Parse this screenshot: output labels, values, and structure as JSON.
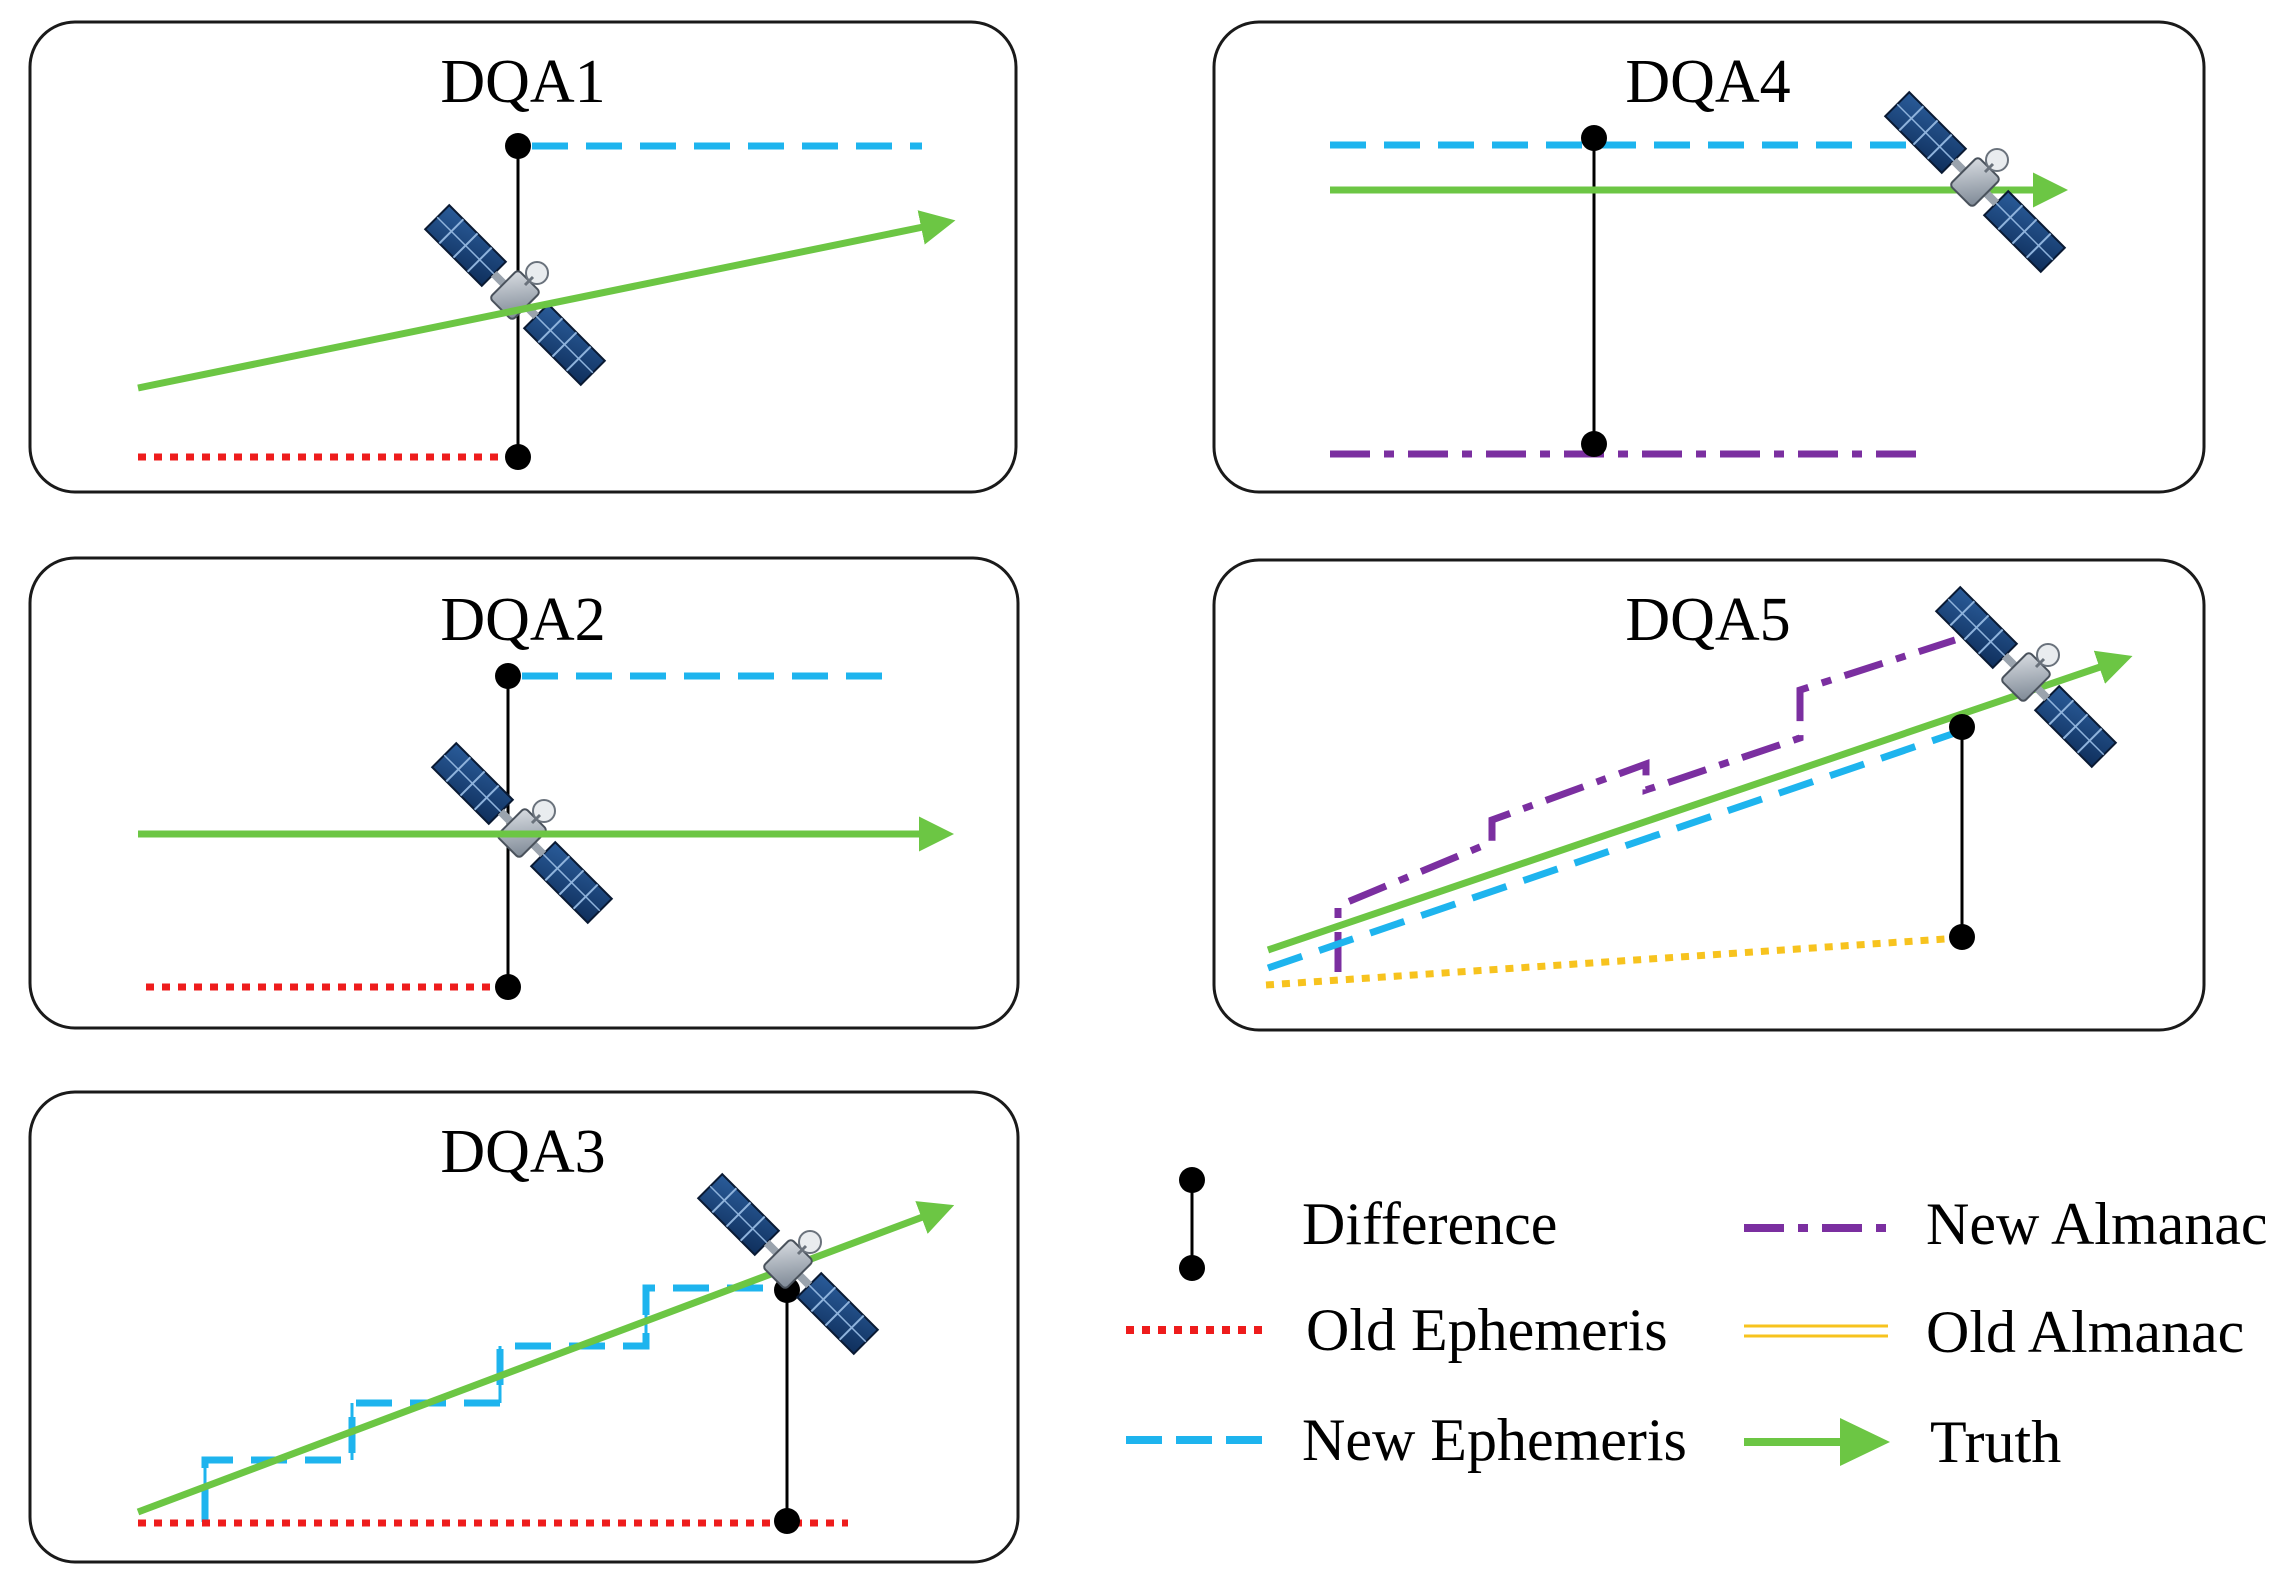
{
  "panels": [
    {
      "title": "DQA1"
    },
    {
      "title": "DQA4"
    },
    {
      "title": "DQA2"
    },
    {
      "title": "DQA5"
    },
    {
      "title": "DQA3"
    }
  ],
  "legend": {
    "difference": "Difference",
    "old_ephemeris": "Old Ephemeris",
    "new_ephemeris": "New Ephemeris",
    "new_almanac": "New Almanac",
    "old_almanac": "Old Almanac",
    "truth": "Truth"
  },
  "colors": {
    "truth": "#6cc644",
    "new_ephemeris": "#1eb4ee",
    "old_ephemeris": "#ee1c1c",
    "new_almanac": "#7b2fa0",
    "old_almanac": "#f7c31e",
    "difference": "#000000"
  },
  "icons": {
    "satellite": "satellite-icon"
  }
}
